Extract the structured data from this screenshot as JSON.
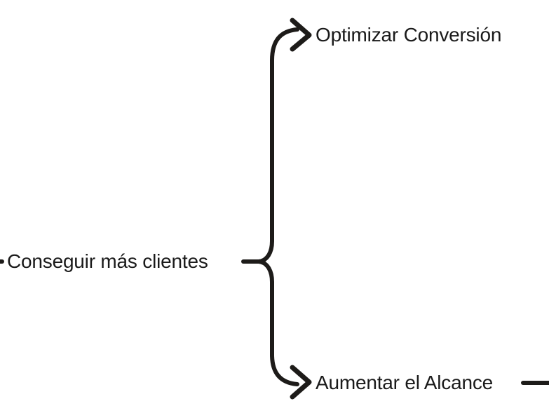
{
  "diagram": {
    "type": "mind-map-branch",
    "background_color": "#ffffff",
    "stroke_color": "#1d1b19",
    "text_color": "#1a1a1a",
    "stroke_width": 6,
    "root": {
      "label": "Conseguir más clientes"
    },
    "branches": [
      {
        "id": "top",
        "label": "Optimizar Conversión",
        "direction": "up-right",
        "connector": "curved-arrow",
        "arrowhead": "chevron-right"
      },
      {
        "id": "bottom",
        "label": "Aumentar el Alcance",
        "direction": "down-right",
        "connector": "curved-arrow",
        "arrowhead": "chevron-right",
        "trailing_line": true
      }
    ],
    "connectors": {
      "root_stub_name": "root-connector-stub",
      "fork_name": "branch-fork",
      "spine_name": "vertical-spine",
      "incoming_edge_name": "incoming-edge-clipped",
      "outgoing_edge_name": "outgoing-edge-clipped"
    }
  }
}
